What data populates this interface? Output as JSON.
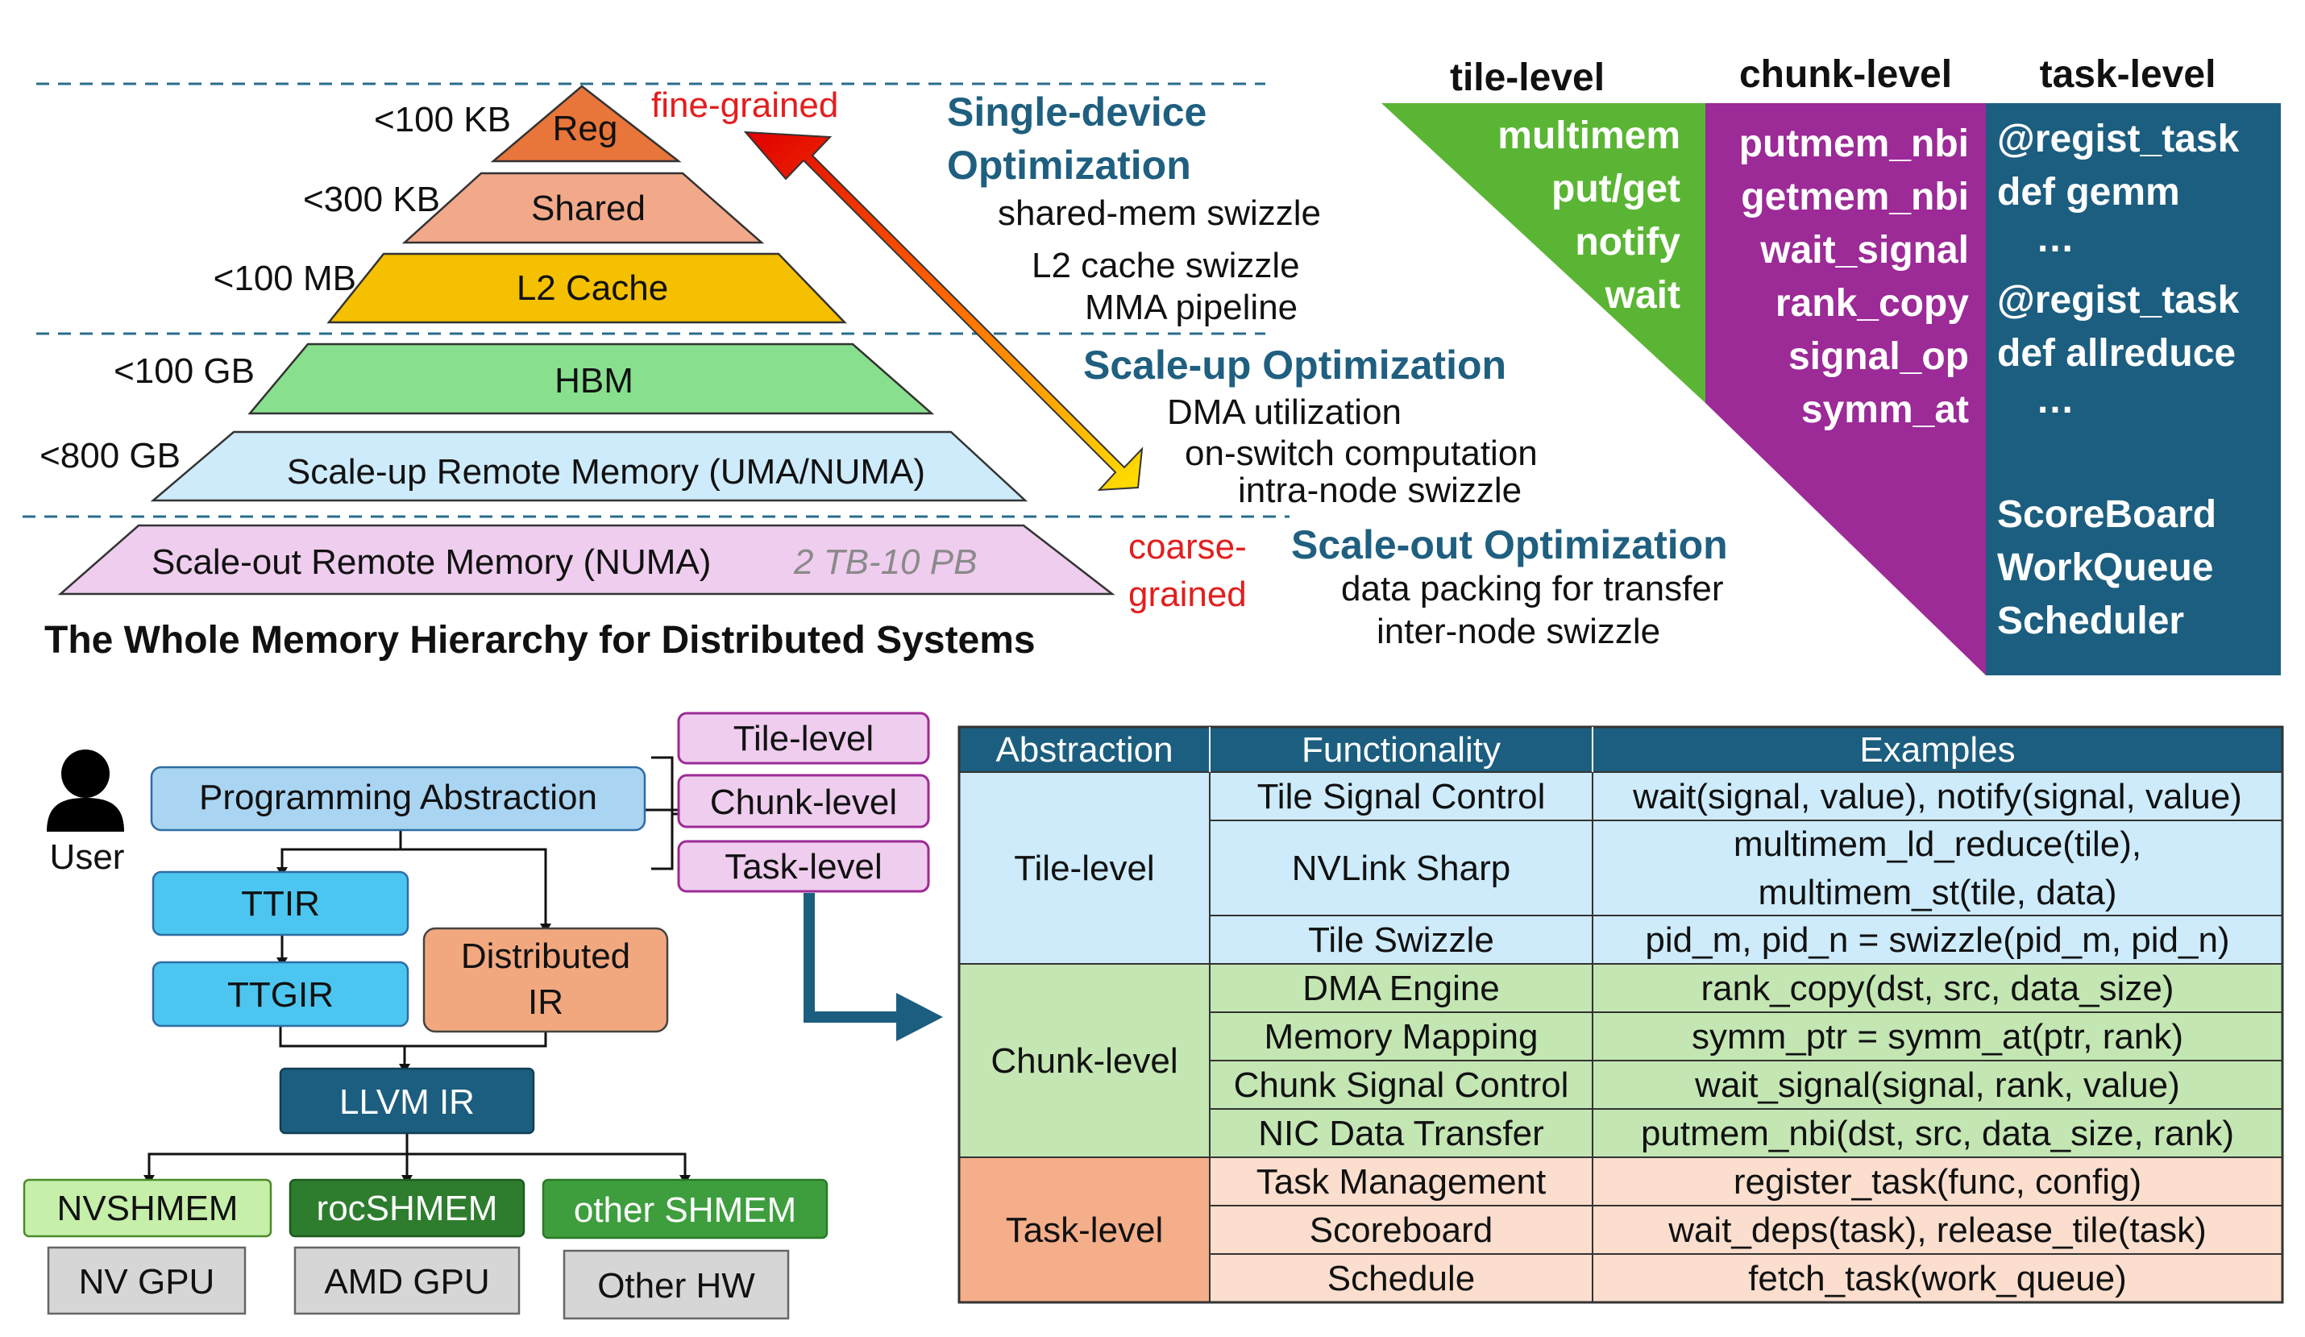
{
  "colors": {
    "reg": "#E8753A",
    "shared": "#F2A98A",
    "l2": "#F5C000",
    "hbm": "#88E08E",
    "scaleup_mem": "#CDEBFA",
    "scaleout_mem": "#EFCDEE",
    "heading_blue": "#1F5F80",
    "red_text": "#E31E1E",
    "tile_green": "#5BB534",
    "chunk_purple": "#9C2A97",
    "task_blue": "#1C5E7F",
    "table_header": "#1C5E7F",
    "tile_row": "#CDEBFA",
    "chunk_row": "#C3E6B3",
    "task_row": "#F4AE8A",
    "task_row_light": "#FBDECD",
    "node_light_blue": "#A9D4F2",
    "node_cyan": "#4CC6F0",
    "node_orange": "#F2A87F",
    "node_navy": "#1C5E7F",
    "nvshmem": "#C6EFA9",
    "rocshmem": "#2E7D2E",
    "othershmem": "#3E9E3E",
    "hw_gray": "#D6D6D6"
  },
  "pyramid": {
    "levels": [
      {
        "name": "Reg",
        "size": "<100 KB"
      },
      {
        "name": "Shared",
        "size": "<300 KB"
      },
      {
        "name": "L2 Cache",
        "size": "<100 MB"
      },
      {
        "name": "HBM",
        "size": "<100 GB"
      },
      {
        "name": "Scale-up Remote Memory (UMA/NUMA)",
        "size": "<800 GB"
      },
      {
        "name": "Scale-out Remote Memory (NUMA)",
        "size": "2 TB-10 PB"
      }
    ],
    "fine_label": "fine-grained",
    "coarse_label_1": "coarse-",
    "coarse_label_2": "grained",
    "caption": "The Whole Memory Hierarchy for Distributed Systems"
  },
  "optimizations": {
    "single_device": {
      "title_1": "Single-device",
      "title_2": "Optimization",
      "items": [
        "shared-mem swizzle",
        "L2 cache swizzle",
        "MMA pipeline"
      ]
    },
    "scale_up": {
      "title": "Scale-up Optimization",
      "items": [
        "DMA utilization",
        "on-switch computation",
        "intra-node swizzle"
      ]
    },
    "scale_out": {
      "title": "Scale-out Optimization",
      "items": [
        "data packing for transfer",
        "inter-node swizzle"
      ]
    }
  },
  "levels_panel": {
    "tile": {
      "header": "tile-level",
      "items": [
        "multimem",
        "put/get",
        "notify",
        "wait"
      ]
    },
    "chunk": {
      "header": "chunk-level",
      "items": [
        "putmem_nbi",
        "getmem_nbi",
        "wait_signal",
        "rank_copy",
        "signal_op",
        "symm_at"
      ]
    },
    "task": {
      "header": "task-level",
      "items": [
        "@regist_task",
        "def gemm",
        "…",
        "@regist_task",
        "def allreduce",
        "…",
        "ScoreBoard",
        "WorkQueue",
        "Scheduler"
      ]
    }
  },
  "flow": {
    "user": "User",
    "programming": "Programming Abstraction",
    "abstractions": [
      "Tile-level",
      "Chunk-level",
      "Task-level"
    ],
    "ttir": "TTIR",
    "ttgir": "TTGIR",
    "distributed_1": "Distributed",
    "distributed_2": "IR",
    "llvm": "LLVM IR",
    "backends": [
      "NVSHMEM",
      "rocSHMEM",
      "other SHMEM"
    ],
    "hardware": [
      "NV GPU",
      "AMD GPU",
      "Other HW"
    ]
  },
  "table": {
    "headers": [
      "Abstraction",
      "Functionality",
      "Examples"
    ],
    "groups": [
      {
        "name": "Tile-level",
        "rows": [
          {
            "func": "Tile Signal Control",
            "ex": [
              "wait(signal, value), notify(signal, value)"
            ]
          },
          {
            "func": "NVLink Sharp",
            "ex": [
              "multimem_ld_reduce(tile),",
              "multimem_st(tile, data)"
            ]
          },
          {
            "func": "Tile Swizzle",
            "ex": [
              "pid_m, pid_n = swizzle(pid_m, pid_n)"
            ]
          }
        ]
      },
      {
        "name": "Chunk-level",
        "rows": [
          {
            "func": "DMA Engine",
            "ex": [
              "rank_copy(dst, src, data_size)"
            ]
          },
          {
            "func": "Memory Mapping",
            "ex": [
              "symm_ptr = symm_at(ptr, rank)"
            ]
          },
          {
            "func": "Chunk Signal Control",
            "ex": [
              "wait_signal(signal, rank, value)"
            ]
          },
          {
            "func": "NIC Data Transfer",
            "ex": [
              "putmem_nbi(dst, src, data_size, rank)"
            ]
          }
        ]
      },
      {
        "name": "Task-level",
        "rows": [
          {
            "func": "Task Management",
            "ex": [
              "register_task(func, config)"
            ]
          },
          {
            "func": "Scoreboard",
            "ex": [
              "wait_deps(task), release_tile(task)"
            ]
          },
          {
            "func": "Schedule",
            "ex": [
              "fetch_task(work_queue)"
            ]
          }
        ]
      }
    ]
  }
}
